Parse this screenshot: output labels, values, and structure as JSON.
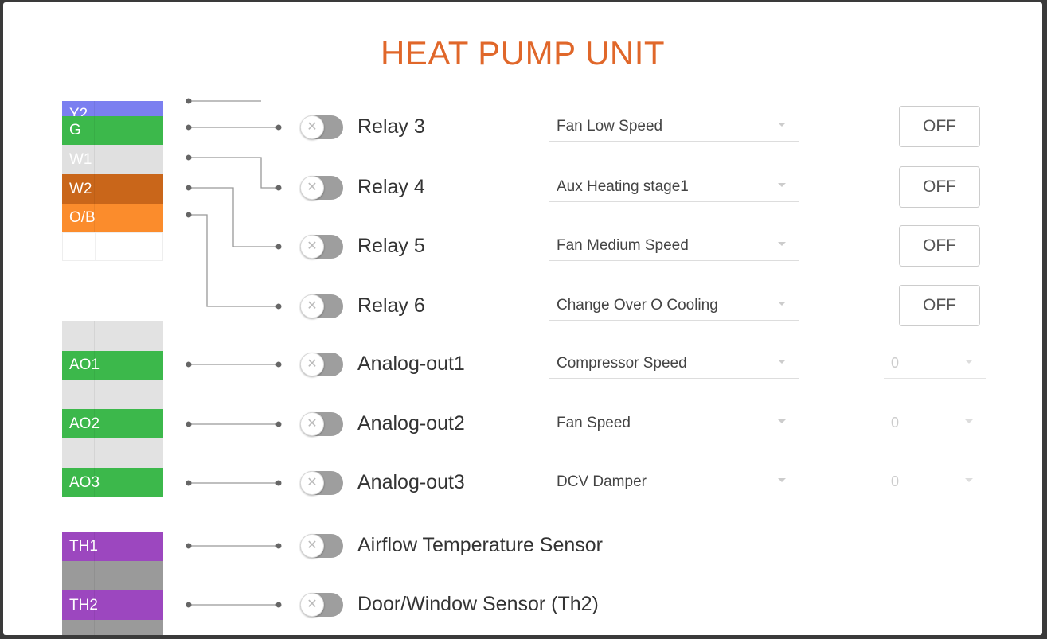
{
  "title": "HEAT PUMP UNIT",
  "terminals": [
    {
      "label": "Y2",
      "color": "#7b7ff0"
    },
    {
      "label": "G",
      "color": "#3cb84b"
    },
    {
      "label": "W1",
      "color": "#e0e0e0"
    },
    {
      "label": "W2",
      "color": "#c9661a"
    },
    {
      "label": "O/B",
      "color": "#fb8c2c"
    },
    {
      "label": "",
      "color": "#ffffff"
    },
    {
      "label": "",
      "color": "#e2e2e2"
    },
    {
      "label": "AO1",
      "color": "#3cb84b"
    },
    {
      "label": "",
      "color": "#e2e2e2"
    },
    {
      "label": "AO2",
      "color": "#3cb84b"
    },
    {
      "label": "",
      "color": "#e2e2e2"
    },
    {
      "label": "AO3",
      "color": "#3cb84b"
    },
    {
      "label": "TH1",
      "color": "#9c47bf"
    },
    {
      "label": "",
      "color": "#9a9a9a"
    },
    {
      "label": "TH2",
      "color": "#9c47bf"
    },
    {
      "label": "",
      "color": "#9a9a9a"
    }
  ],
  "rows": [
    {
      "label": "Relay 3",
      "enabled": false,
      "mapping": "Fan Low Speed",
      "state": "OFF"
    },
    {
      "label": "Relay 4",
      "enabled": false,
      "mapping": "Aux Heating stage1",
      "state": "OFF"
    },
    {
      "label": "Relay 5",
      "enabled": false,
      "mapping": "Fan Medium Speed",
      "state": "OFF"
    },
    {
      "label": "Relay 6",
      "enabled": false,
      "mapping": "Change Over O Cooling",
      "state": "OFF"
    },
    {
      "label": "Analog-out1",
      "enabled": false,
      "mapping": "Compressor Speed",
      "value": "0"
    },
    {
      "label": "Analog-out2",
      "enabled": false,
      "mapping": "Fan Speed",
      "value": "0"
    },
    {
      "label": "Analog-out3",
      "enabled": false,
      "mapping": "DCV Damper",
      "value": "0"
    },
    {
      "label": "Airflow Temperature Sensor",
      "enabled": false
    },
    {
      "label": "Door/Window Sensor (Th2)",
      "enabled": false
    }
  ],
  "icons": {
    "toggle_knob": "close-x-icon",
    "dropdown": "caret-down-icon"
  }
}
